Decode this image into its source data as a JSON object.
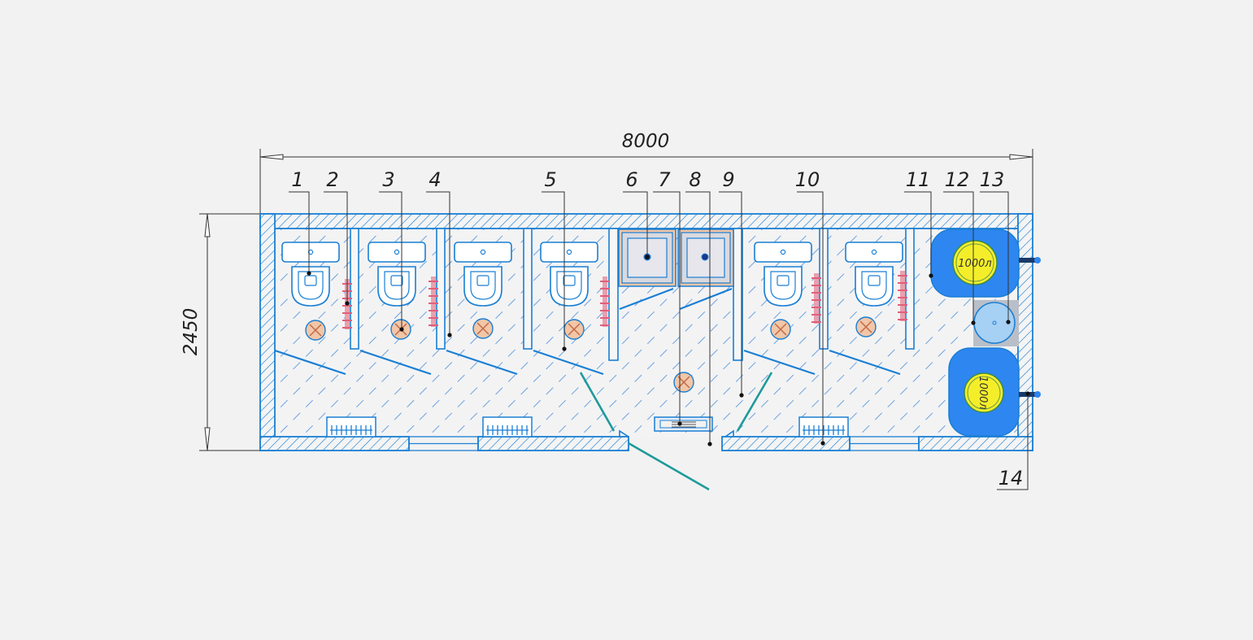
{
  "dimensions": {
    "width": "8000",
    "height": "2450"
  },
  "callouts": [
    "1",
    "2",
    "3",
    "4",
    "5",
    "6",
    "7",
    "8",
    "9",
    "10",
    "11",
    "12",
    "13",
    "14"
  ],
  "tanks": {
    "top": "1000л",
    "bottom": "1000л"
  },
  "colors": {
    "wall": "#1a7fd4",
    "hatch": "#2a6fc9",
    "heater": "#e0607a",
    "drain": "#f2c6a6",
    "door": "#1e9a9a",
    "tank": "#2e86f0",
    "lid": "#f4ee2a"
  }
}
